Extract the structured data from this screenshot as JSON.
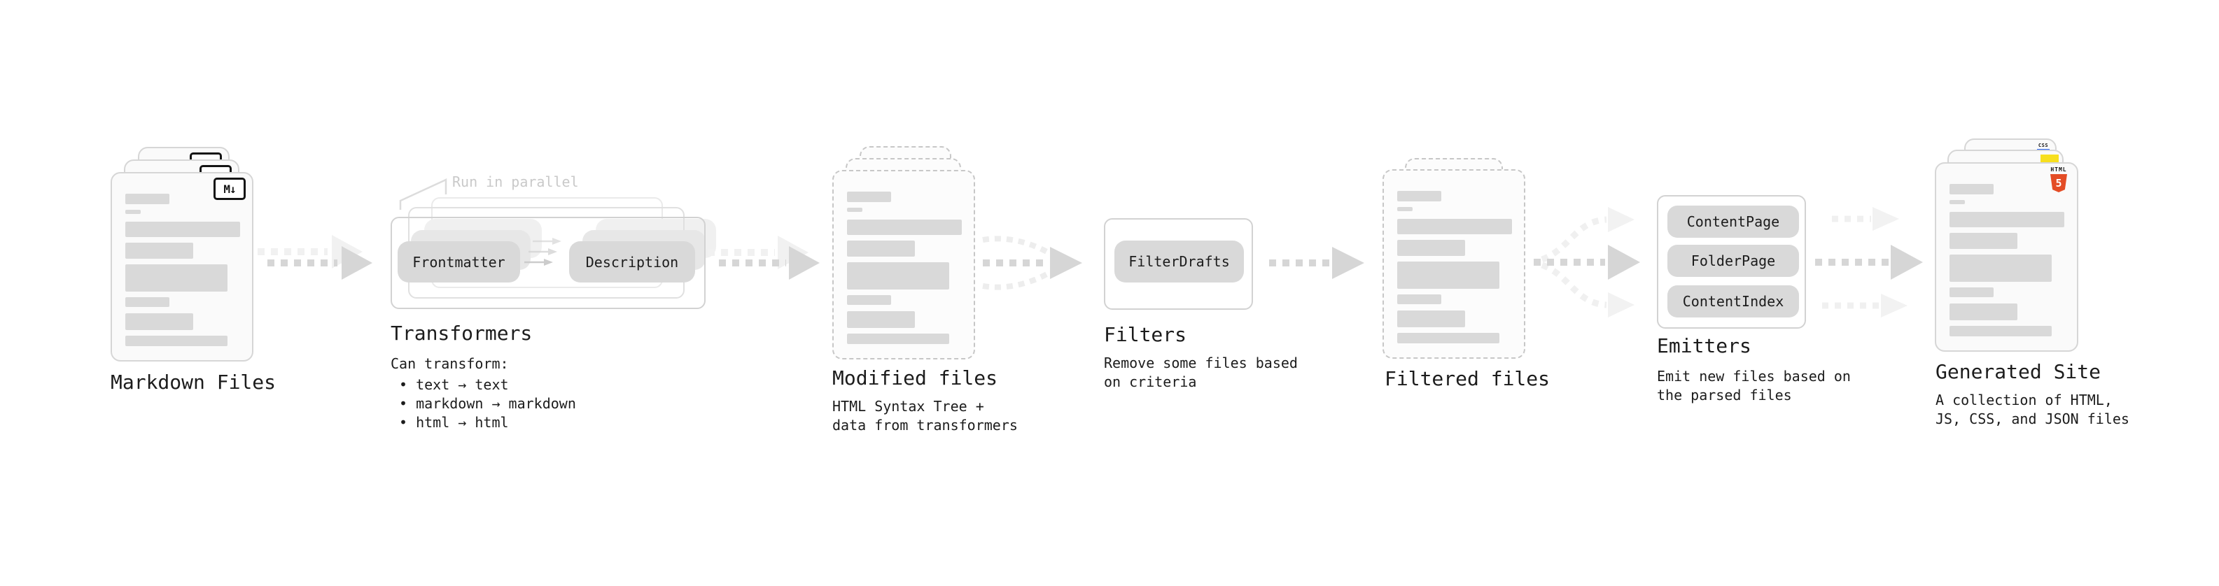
{
  "diagram": {
    "stages": {
      "markdown": {
        "label": "Markdown Files",
        "badge": "M↓"
      },
      "transformers": {
        "label": "Transformers",
        "note": "Run in parallel",
        "pill_left": "Frontmatter",
        "pill_right": "Description",
        "desc_title": "Can transform:",
        "bullets": [
          "• text → text",
          "• markdown → markdown",
          "• html → html"
        ]
      },
      "modified": {
        "label": "Modified files",
        "desc": "HTML Syntax Tree +\ndata from transformers"
      },
      "filters": {
        "label": "Filters",
        "pill": "FilterDrafts",
        "desc": "Remove some files based\non criteria"
      },
      "filtered": {
        "label": "Filtered files"
      },
      "emitters": {
        "label": "Emitters",
        "pills": [
          "ContentPage",
          "FolderPage",
          "ContentIndex"
        ],
        "desc": "Emit new files based on\nthe parsed files"
      },
      "generated": {
        "label": "Generated Site",
        "desc": "A collection of HTML,\nJS, CSS, and JSON files",
        "css_badge": "CSS",
        "html_badge": "HTML",
        "html5_number": "5"
      }
    },
    "colors": {
      "pill_gray": "#d9d9d9",
      "skeleton_gray": "#d9d9d9",
      "arrow_gray": "#d6d6d6",
      "arrow_faint": "#f0f0f0",
      "note_gray": "#c9c9c9",
      "html5_orange": "#e44d26",
      "js_yellow": "#f7df1e",
      "css_blue": "#2965f1"
    }
  }
}
